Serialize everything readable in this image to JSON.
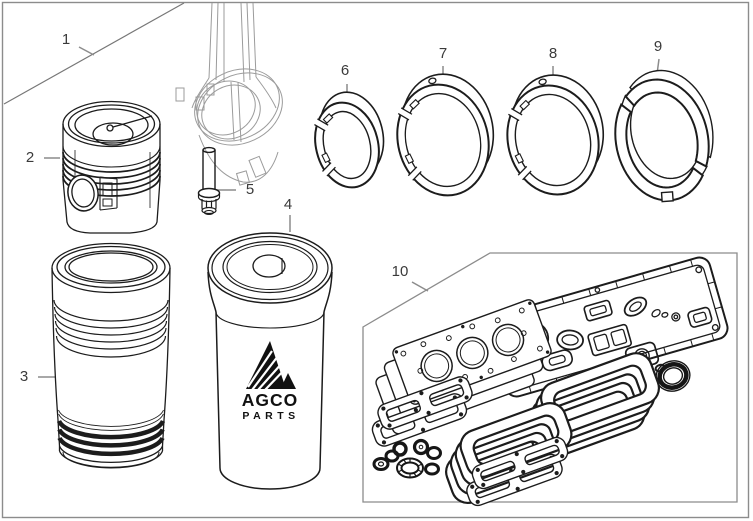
{
  "diagram": {
    "type": "exploded-parts-diagram",
    "brand_logo": {
      "line1": "AGCO",
      "line2": "PARTS"
    },
    "colors": {
      "background": "#ffffff",
      "line": "#1c1c1c",
      "ghost_line": "#9b9b9b",
      "frame": "#8c8c8c",
      "label": "#3a3a3a"
    },
    "callouts": [
      {
        "label": "1",
        "part": "piston-and-connecting-rod-assembly"
      },
      {
        "label": "2",
        "part": "piston"
      },
      {
        "label": "3",
        "part": "cylinder-liner"
      },
      {
        "label": "4",
        "part": "oil-filter"
      },
      {
        "label": "5",
        "part": "connecting-rod-bolt"
      },
      {
        "label": "6",
        "part": "rod-bearing-shell"
      },
      {
        "label": "7",
        "part": "main-bearing-shell"
      },
      {
        "label": "8",
        "part": "main-bearing-shell"
      },
      {
        "label": "9",
        "part": "thrust-washer-set"
      },
      {
        "label": "10",
        "part": "engine-gasket-kit"
      }
    ]
  }
}
